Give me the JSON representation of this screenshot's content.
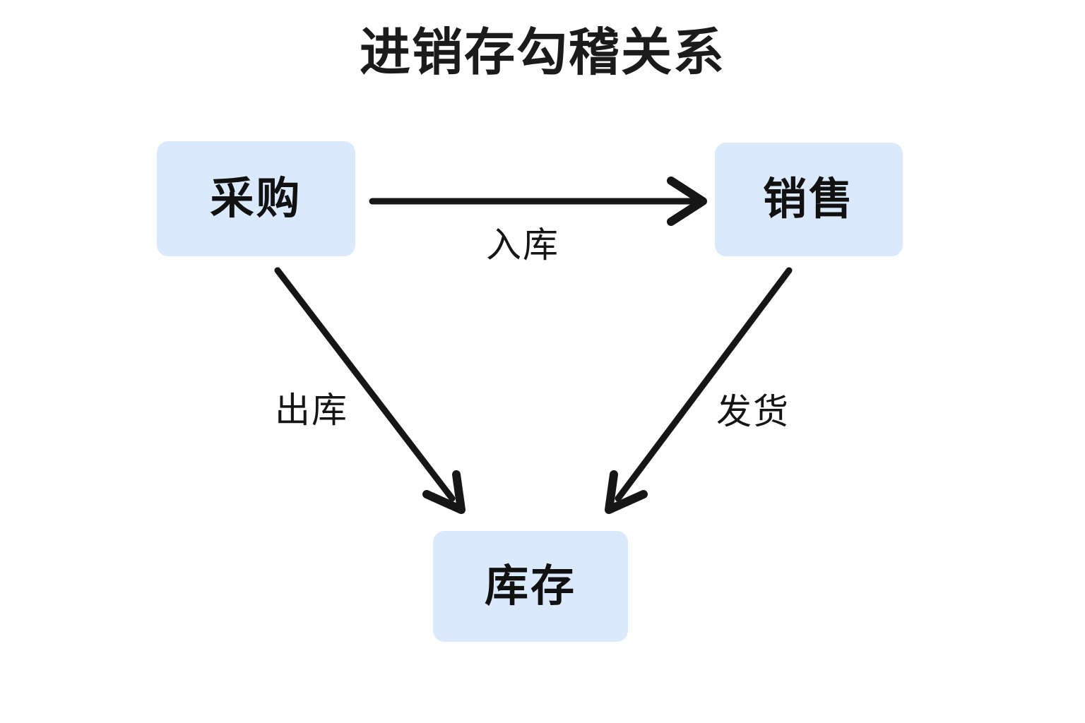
{
  "diagram": {
    "title": "进销存勾稽关系",
    "background_color": "#ffffff",
    "node_fill_color": "#dbe9fc",
    "edge_color": "#161616",
    "text_color": "#111111",
    "nodes": [
      {
        "id": "purchase",
        "label": "采购"
      },
      {
        "id": "sales",
        "label": "销售"
      },
      {
        "id": "inventory",
        "label": "库存"
      }
    ],
    "edges": [
      {
        "id": "inbound",
        "label": "入库",
        "from": "采购",
        "to": "销售"
      },
      {
        "id": "outbound",
        "label": "出库",
        "from": "采购",
        "to": "库存"
      },
      {
        "id": "shipment",
        "label": "发货",
        "from": "销售",
        "to": "库存"
      }
    ]
  },
  "chart_data": {
    "type": "diagram",
    "title": "进销存勾稽关系",
    "nodes": [
      "采购",
      "销售",
      "库存"
    ],
    "edges": [
      {
        "source": "采购",
        "target": "销售",
        "label": "入库"
      },
      {
        "source": "采购",
        "target": "库存",
        "label": "出库"
      },
      {
        "source": "销售",
        "target": "库存",
        "label": "发货"
      }
    ]
  }
}
